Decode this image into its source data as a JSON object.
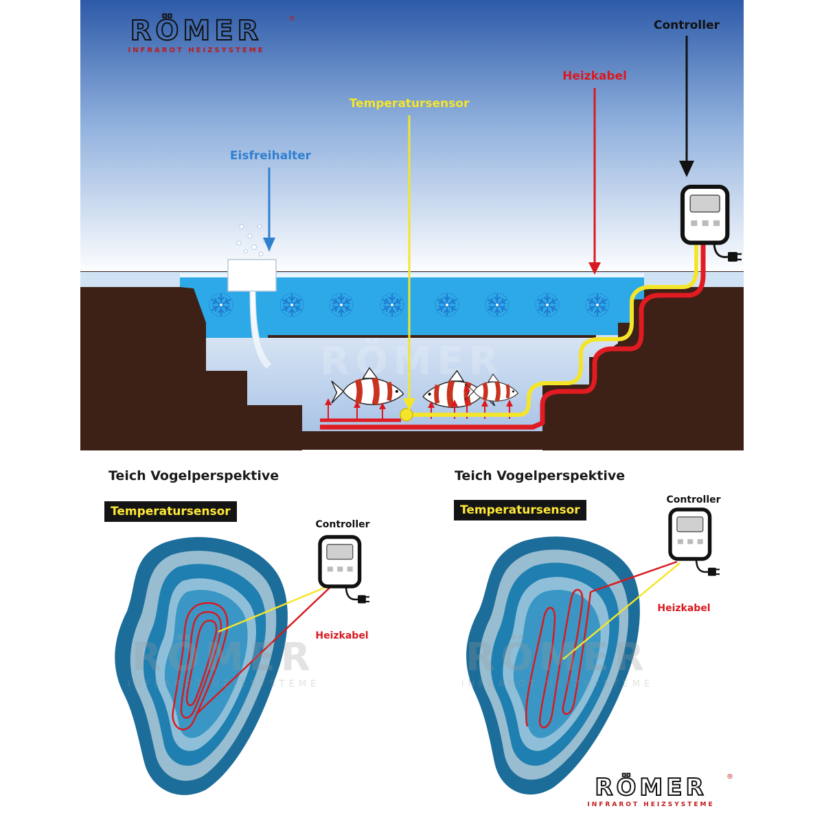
{
  "brand": {
    "name": "RÖMER",
    "tagline": "INFRAROT HEIZSYSTEME",
    "registered": "®"
  },
  "cross_section": {
    "labels": {
      "controller": "Controller",
      "heating_cable": "Heizkabel",
      "temperature_sensor": "Temperatursensor",
      "ice_preventer": "Eisfreihalter"
    },
    "colors": {
      "sky_top": "#2d5aa8",
      "sky_bottom": "#ffffff",
      "water": "#2ea9e8",
      "earth": "#3d2016",
      "heating_cable": "#e01b22",
      "sensor_cable": "#f5e52a",
      "ice_label": "#2f7fcf",
      "sensor_label": "#f5e52a",
      "cable_label": "#d9191f"
    }
  },
  "top_view_left": {
    "title": "Teich Vogelperspektive",
    "sensor_label": "Temperatursensor",
    "controller_label": "Controller",
    "cable_label": "Heizkabel"
  },
  "top_view_right": {
    "title": "Teich Vogelperspektive",
    "sensor_label": "Temperatursensor",
    "controller_label": "Controller",
    "cable_label": "Heizkabel"
  }
}
